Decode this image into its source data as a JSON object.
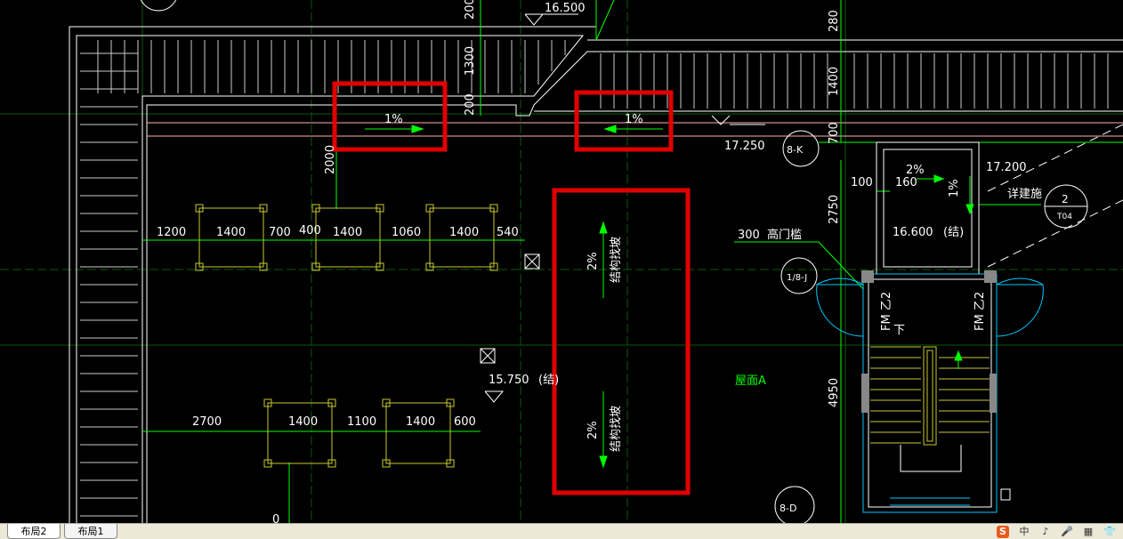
{
  "drawing": {
    "elevations": {
      "top": "16.500",
      "right_upper": "17.250",
      "stair_a": "17.200",
      "stair_b": "16.600",
      "stair_b_note": "(结)",
      "left_mid": "15.750",
      "left_mid_note": "(结)"
    },
    "slopes": {
      "box1": "1%",
      "box2": "1%",
      "mid_top": "2%",
      "mid_top_text": "结构找坡",
      "mid_bottom": "2%",
      "mid_bottom_text": "结构找坡",
      "stair_top": "2%",
      "stair_side": "1%"
    },
    "dims_vertical": {
      "d200a": "200",
      "d1300": "1300",
      "d200b": "200",
      "d2000": "2000",
      "d280": "280",
      "d1400": "1400",
      "d700": "700",
      "d2750": "2750",
      "d4950": "4950"
    },
    "dims_row1": [
      "1200",
      "1400",
      "700",
      "400",
      "1400",
      "1060",
      "1400",
      "540"
    ],
    "dims_row2": [
      "2700",
      "1400",
      "1100",
      "1400",
      "600"
    ],
    "dims_stair": {
      "d100": "100",
      "d160": "160"
    },
    "labels": {
      "detail_note": "详建施",
      "detail_num": "2",
      "detail_sheet": "T04",
      "threshold": "高门槛",
      "threshold_dim": "300",
      "roof_name": "屋面A",
      "door_left": "FM 乙2",
      "door_right": "FM 乙2",
      "stair_down": "下",
      "bottom_left": "0"
    },
    "axes": {
      "k": "8-K",
      "j": "1/8-J",
      "d": "8-D"
    },
    "highlight_color": "#e00000",
    "slope_color": "#00ff00"
  },
  "layout_tabs": [
    "布局2",
    "布局1"
  ],
  "tray_icons": [
    "中",
    "♪",
    "🎤",
    "▦",
    "👕"
  ]
}
